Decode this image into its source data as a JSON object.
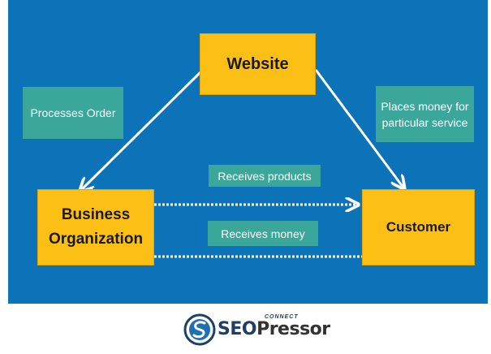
{
  "colors": {
    "background": "#0d73b8",
    "node_fill": "#fcbf16",
    "label_fill": "#3aa79a",
    "arrow": "#ffffff"
  },
  "nodes": {
    "website": "Website",
    "business_line1": "Business",
    "business_line2": "Organization",
    "customer": "Customer"
  },
  "labels": {
    "processes_order": "Processes Order",
    "places_money_line1": "Places money for",
    "places_money_line2": "particular service",
    "receives_products": "Receives products",
    "receives_money": "Receives money"
  },
  "logo": {
    "seo": "SEO",
    "pressor": "Pressor",
    "connect": "CONNECT",
    "icon": "seopressor-s-logo-icon"
  }
}
